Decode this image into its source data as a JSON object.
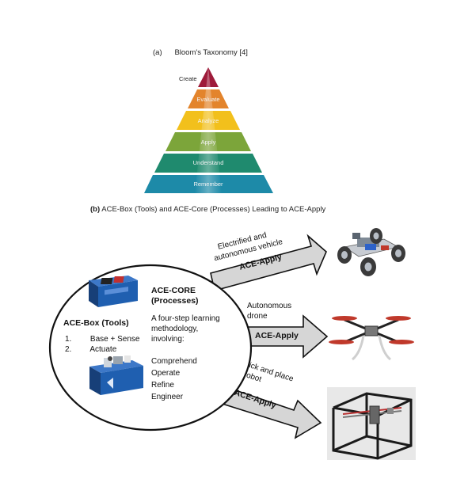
{
  "caption_a": "(a)      Bloom's Taxonomy [4]",
  "pyramid": {
    "top_label": "Create",
    "levels": [
      {
        "label": "Create",
        "color": "#9e1b3a"
      },
      {
        "label": "Evaluate",
        "color": "#e3842c"
      },
      {
        "label": "Analyze",
        "color": "#f2c01c"
      },
      {
        "label": "Apply",
        "color": "#7ca53a"
      },
      {
        "label": "Understand",
        "color": "#1f8a6e"
      },
      {
        "label": "Remember",
        "color": "#1d8aa8"
      }
    ]
  },
  "caption_b": {
    "prefix": "(b)",
    "text": " ACE-Box (Tools) and ACE-Core (Processes) Leading to ACE-Apply"
  },
  "ace_box": {
    "title": "ACE-Box (Tools)",
    "items": [
      {
        "num": "1.",
        "text": "Base + Sense"
      },
      {
        "num": "2.",
        "text": "Actuate"
      }
    ]
  },
  "ace_core": {
    "title_line1": "ACE-CORE",
    "title_line2": "(Processes)",
    "desc_lines": [
      "A four-step learning",
      "methodology,",
      "involving:"
    ],
    "steps": [
      "Comprehend",
      "Operate",
      "Refine",
      "Engineer"
    ]
  },
  "arrows": [
    {
      "label": "ACE-Apply",
      "target_lines": [
        "Electrified and",
        "autonomous vehicle"
      ]
    },
    {
      "label": "ACE-Apply",
      "target_lines": [
        "Autonomous",
        "drone"
      ]
    },
    {
      "label": "ACE-Apply",
      "target_lines": [
        "Pick and place",
        "robot"
      ]
    }
  ],
  "colors": {
    "arrow_fill": "#d6d6d6",
    "box_blue": "#1f5fb0",
    "ellipse_stroke": "#111111"
  }
}
